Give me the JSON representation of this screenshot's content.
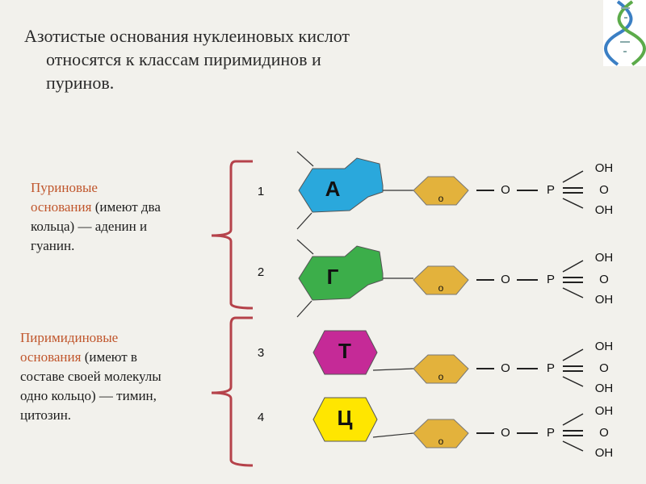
{
  "title": {
    "line1": "Азотистые основания нуклеиновых кислот",
    "line2": "относятся к классам пиримидинов и",
    "line3": "пуринов."
  },
  "purine_group": {
    "highlight1": "Пуриновые",
    "highlight2": "основания",
    "rest1": " (имеют два",
    "line2": "кольца) — аденин и",
    "line3": "гуанин."
  },
  "pyrimidine_group": {
    "highlight1": "Пиримидиновые",
    "highlight2": "основания",
    "rest1": " (имеют в",
    "line2": "составе своей молекулы",
    "line3": "одно кольцо) — тимин,",
    "line4": "цитозин."
  },
  "rows": [
    {
      "number": "1",
      "base": "А",
      "color": "#2aa8dc"
    },
    {
      "number": "2",
      "base": "Г",
      "color": "#3cae4a"
    },
    {
      "number": "3",
      "base": "Т",
      "color": "#c52a97"
    },
    {
      "number": "4",
      "base": "Ц",
      "color": "#ffe600"
    }
  ],
  "labels": {
    "sugar_o": "o",
    "bridge_o": "O",
    "phosphorus": "P",
    "oh_top": "OH",
    "o_mid": "O",
    "oh_bottom": "OH"
  },
  "colors": {
    "bracket": "#b5424a",
    "sugar": "#e3b23c",
    "highlight_text": "#c0562c"
  },
  "icons": [
    "dna-helix-icon"
  ]
}
